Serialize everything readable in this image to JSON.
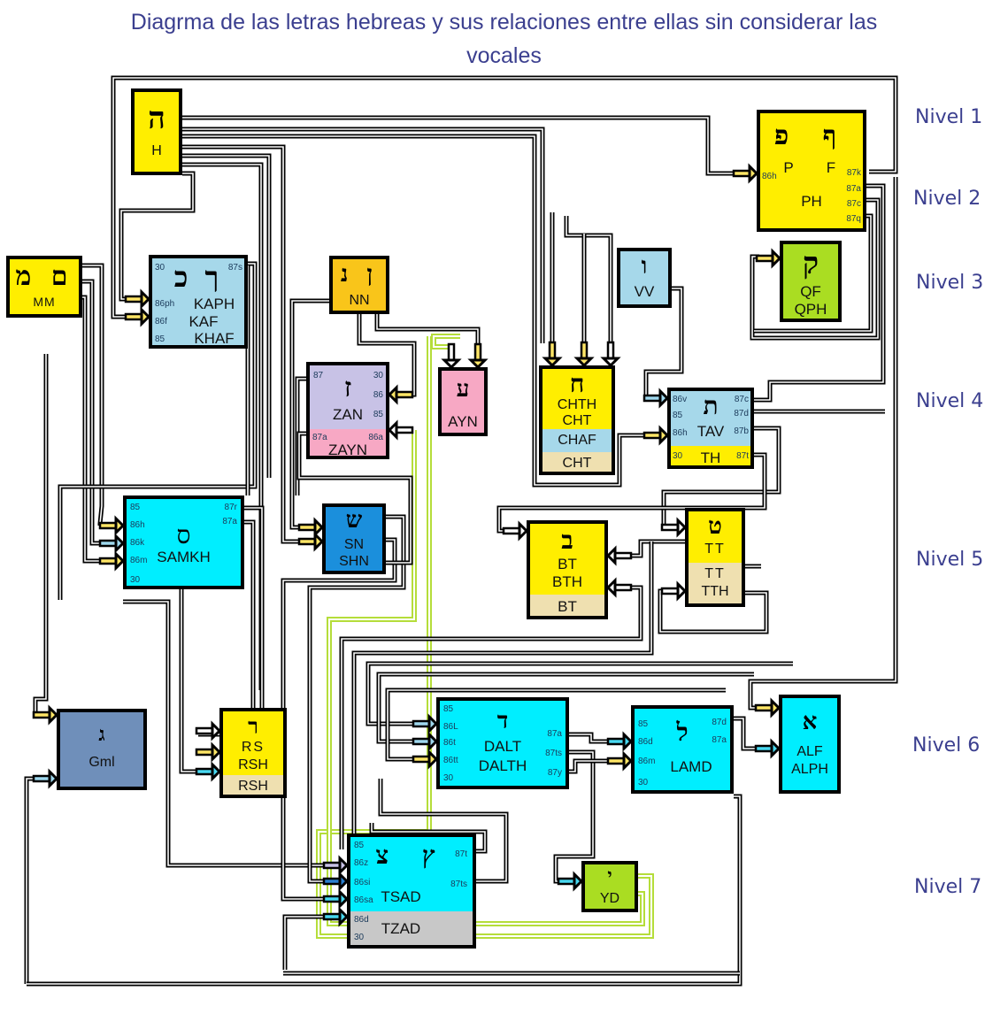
{
  "title": {
    "line1": "Diagrma de las letras hebreas y sus relaciones entre ellas  sin considerar las",
    "line2": "vocales"
  },
  "levels": [
    "Nivel 1",
    "Nivel 2",
    "Nivel 3",
    "Nivel 4",
    "Nivel 5",
    "Nivel 6",
    "Nivel 7"
  ],
  "colors": {
    "yellow": "#ffee00",
    "light_blue": "#a6d8ea",
    "cyan": "#00eeff",
    "orange": "#f9c51a",
    "lavender": "#c8c2e6",
    "pink": "#f7a8c4",
    "green": "#aadd22",
    "blue": "#1b8fdc",
    "slate": "#6f8fba",
    "tan": "#efe0b0",
    "grey": "#c8c8c8",
    "title_text": "#3b3f8f",
    "green_wire": "#b5dd3a"
  },
  "letters": {
    "he": {
      "glyph": "ה",
      "names": [
        "H"
      ]
    },
    "pe": {
      "glyph": "ף פ",
      "names": [
        "P",
        "F",
        "PH"
      ],
      "ports_in": [
        "86h"
      ],
      "ports_out": [
        "87k",
        "87a",
        "87c",
        "87q"
      ]
    },
    "qof": {
      "glyph": "ק",
      "names": [
        "QF",
        "QPH"
      ]
    },
    "mem": {
      "glyph": "ם מ",
      "names": [
        "MM"
      ]
    },
    "kaf": {
      "glyph": "ך כ",
      "names": [
        "KAPH",
        "KAF",
        "KHAF"
      ],
      "ports_in": [
        "30",
        "86ph",
        "86f",
        "85"
      ],
      "ports_out": [
        "87s"
      ]
    },
    "nun": {
      "glyph": "ן נ",
      "names": [
        "NN"
      ]
    },
    "zayin": {
      "glyph": "ז",
      "names": [
        "ZAN",
        "ZAYN"
      ],
      "ports_left": [
        "87",
        "87a"
      ],
      "ports_right": [
        "30",
        "86",
        "85",
        "86a"
      ]
    },
    "ayin": {
      "glyph": "ע",
      "names": [
        "AYN"
      ]
    },
    "vav": {
      "glyph": "ו",
      "names": [
        "VV"
      ]
    },
    "chet": {
      "glyph": "ח",
      "names": [
        "CHTH",
        "CHT",
        "CHAF",
        "CHT"
      ]
    },
    "tav": {
      "glyph": "ת",
      "names": [
        "TAV",
        "TH"
      ],
      "ports_in": [
        "86v",
        "85",
        "86h",
        "30"
      ],
      "ports_out": [
        "87c",
        "87d",
        "87b",
        "87t"
      ]
    },
    "samekh": {
      "glyph": "ס",
      "names": [
        "SAMKH"
      ],
      "ports_in": [
        "85",
        "86h",
        "86k",
        "86m",
        "30"
      ],
      "ports_out": [
        "87r",
        "87a"
      ]
    },
    "shin": {
      "glyph": "ש",
      "names": [
        "SN",
        "SHN"
      ]
    },
    "bet": {
      "glyph": "ב",
      "names": [
        "BT",
        "BTH",
        "BT"
      ]
    },
    "tet": {
      "glyph": "ט",
      "names": [
        "TT",
        "TT",
        "TTH"
      ]
    },
    "gimel": {
      "glyph": "ג",
      "names": [
        "Gml"
      ]
    },
    "resh": {
      "glyph": "ר",
      "names": [
        "RS",
        "RSH",
        "RSH"
      ]
    },
    "dalet": {
      "glyph": "ד",
      "names": [
        "DALT",
        "DALTH"
      ],
      "ports_in": [
        "85",
        "86L",
        "86t",
        "86tt",
        "30"
      ],
      "ports_out": [
        "87a",
        "87ts",
        "87y"
      ]
    },
    "lamed": {
      "glyph": "ל",
      "names": [
        "LAMD"
      ],
      "ports_in": [
        "85",
        "86d",
        "86m",
        "30"
      ],
      "ports_out": [
        "87d",
        "87a"
      ]
    },
    "alef": {
      "glyph": "א",
      "names": [
        "ALF",
        "ALPH"
      ]
    },
    "tsadi": {
      "glyph": "ץ צ",
      "names": [
        "TSAD",
        "TZAD"
      ],
      "ports_in": [
        "85",
        "86z",
        "86si",
        "86sa",
        "86d",
        "30"
      ],
      "ports_out": [
        "87t",
        "87ts"
      ]
    },
    "yod": {
      "glyph": "י",
      "names": [
        "YD"
      ]
    }
  }
}
